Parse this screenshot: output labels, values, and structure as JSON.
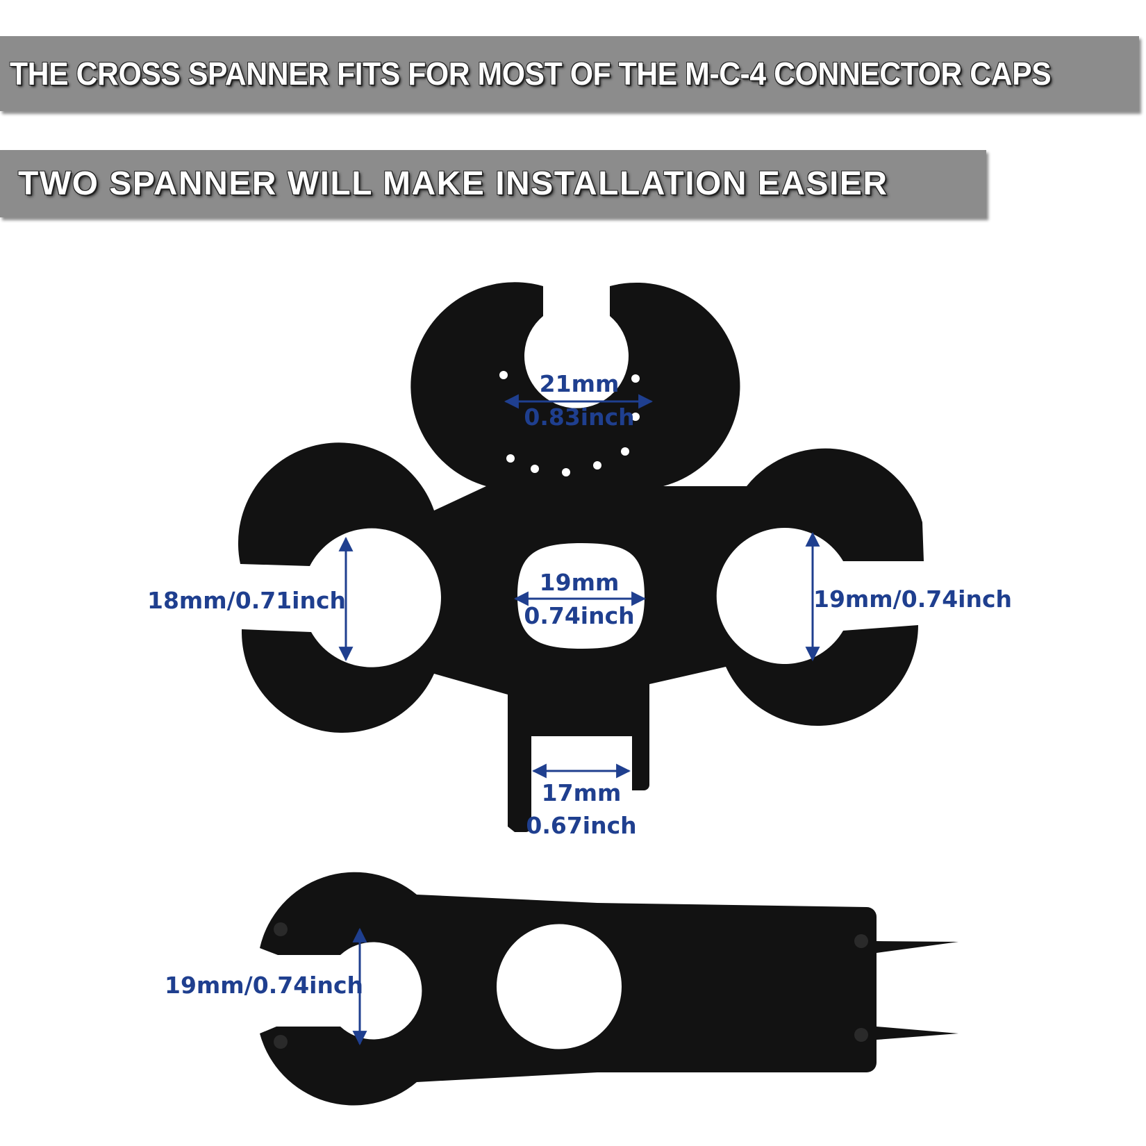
{
  "banners": {
    "top": "THE CROSS SPANNER FITS FOR MOST OF THE M-C-4 CONNECTOR CAPS",
    "second": "TWO SPANNER WILL MAKE INSTALLATION EASIER"
  },
  "cross_spanner": {
    "top_jaw": {
      "mm": "21mm",
      "inch": "0.83inch"
    },
    "left_jaw": {
      "label": "18mm/0.71inch"
    },
    "center_hole": {
      "mm": "19mm",
      "inch": "0.74inch"
    },
    "right_jaw": {
      "label": "19mm/0.74inch"
    },
    "bottom_fork": {
      "mm": "17mm",
      "inch": "0.67inch"
    }
  },
  "flat_spanner": {
    "jaw": {
      "label": "19mm/0.74inch"
    }
  },
  "colors": {
    "banner": "#8c8c8c",
    "tool": "#121212",
    "dimension": "#1f3f8f"
  }
}
